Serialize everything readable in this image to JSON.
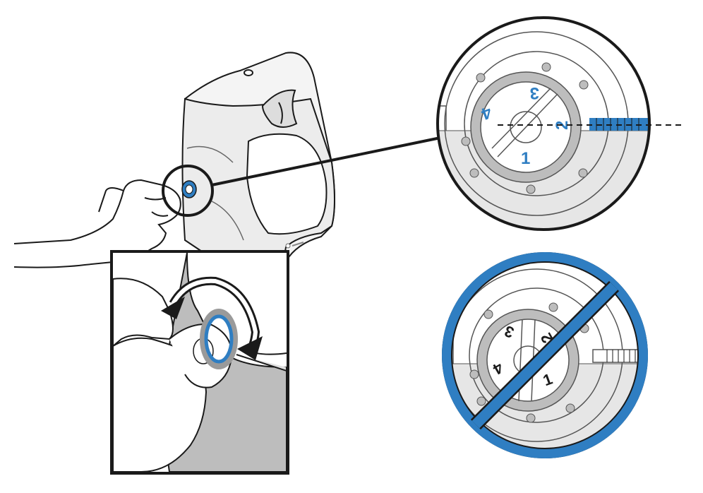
{
  "colors": {
    "accent_blue": "#2f7ec2",
    "line": "#1a1a1a",
    "light_gray": "#e6e6e6",
    "mid_gray": "#bdbdbd",
    "dark_gray": "#9a9a9a",
    "white": "#ffffff"
  },
  "correct_dial": {
    "numbers": [
      "3",
      "2",
      "1",
      "4"
    ]
  },
  "incorrect_dial": {
    "numbers": [
      "3",
      "2",
      "1",
      "4"
    ],
    "prohibited": true
  },
  "icons": {
    "rotation": "curved-arrow-icon",
    "prohibited": "prohibited-sign-icon",
    "hand": "hand-icon",
    "device": "device-icon"
  }
}
